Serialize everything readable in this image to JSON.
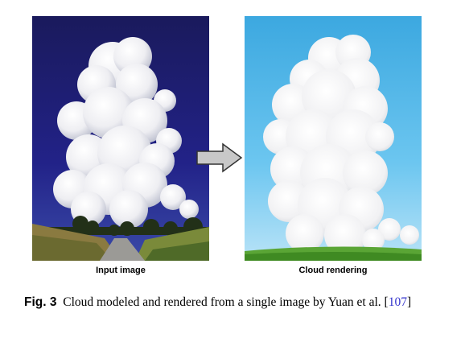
{
  "figure": {
    "left_caption": "Input image",
    "right_caption": "Cloud rendering",
    "label": "Fig. 3",
    "caption_text": "Cloud modeled and rendered from a single image by Yuan et al. [",
    "citation": "107",
    "caption_close": "]"
  },
  "colors": {
    "input_sky": "#1c1c6a",
    "render_sky": "#5cc0ec",
    "cloud": "#f4f4f6",
    "grass": "#5aa535",
    "citation_link": "#3333cc"
  }
}
